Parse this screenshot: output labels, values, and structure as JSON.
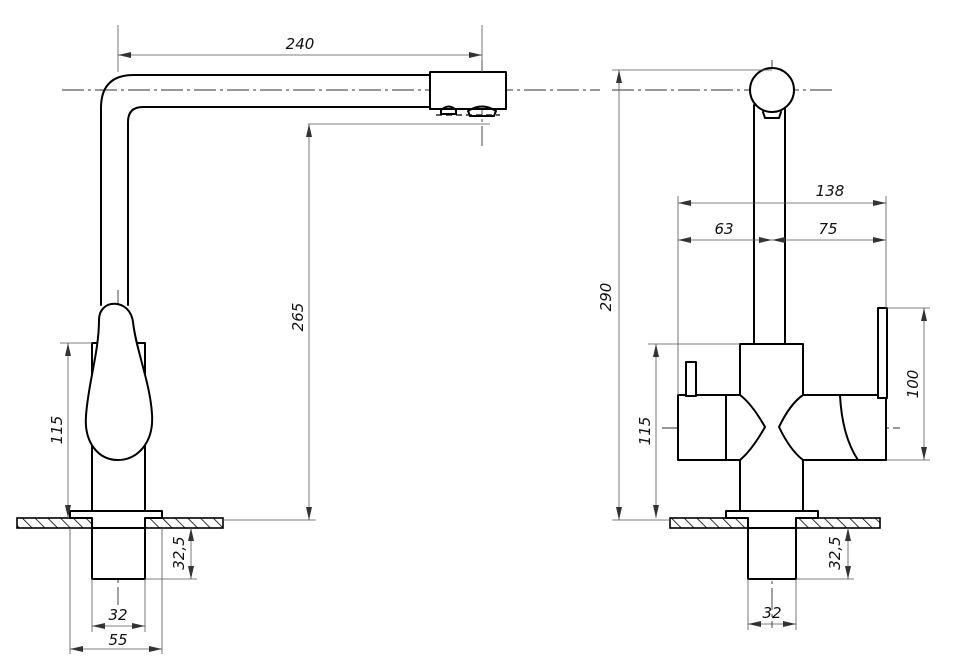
{
  "dimensions": {
    "side_reach": "240",
    "side_spout_height": "265",
    "side_body_height": "115",
    "side_shank_length": "32,5",
    "side_shank_diameter": "32",
    "side_base_diameter": "55",
    "front_total_height": "290",
    "front_total_width": "138",
    "front_left_width": "63",
    "front_right_width": "75",
    "front_lever_height": "100",
    "front_body_height": "115",
    "front_shank_length": "32,5",
    "front_shank_diameter": "32"
  },
  "colors": {
    "line": "#000000",
    "dimension": "#555555",
    "background": "#ffffff"
  }
}
